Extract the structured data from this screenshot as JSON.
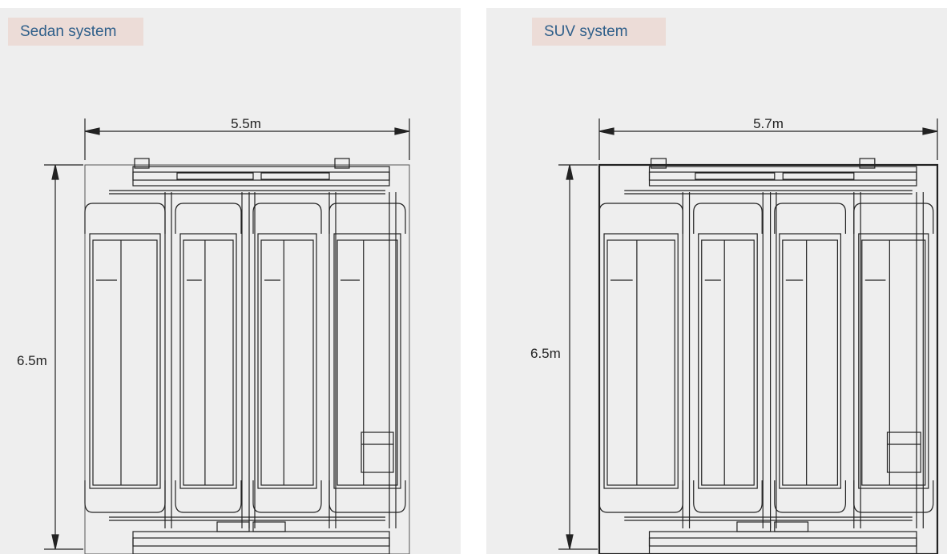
{
  "panels": [
    {
      "title": "Sedan system",
      "width_label": "5.5m",
      "height_label": "6.5m"
    },
    {
      "title": "SUV system",
      "width_label": "5.7m",
      "height_label": "6.5m"
    }
  ],
  "colors": {
    "panel_bg": "#eeeeee",
    "title_bg": "#ecdcd7",
    "title_text": "#2f5f8a",
    "line": "#222222"
  }
}
